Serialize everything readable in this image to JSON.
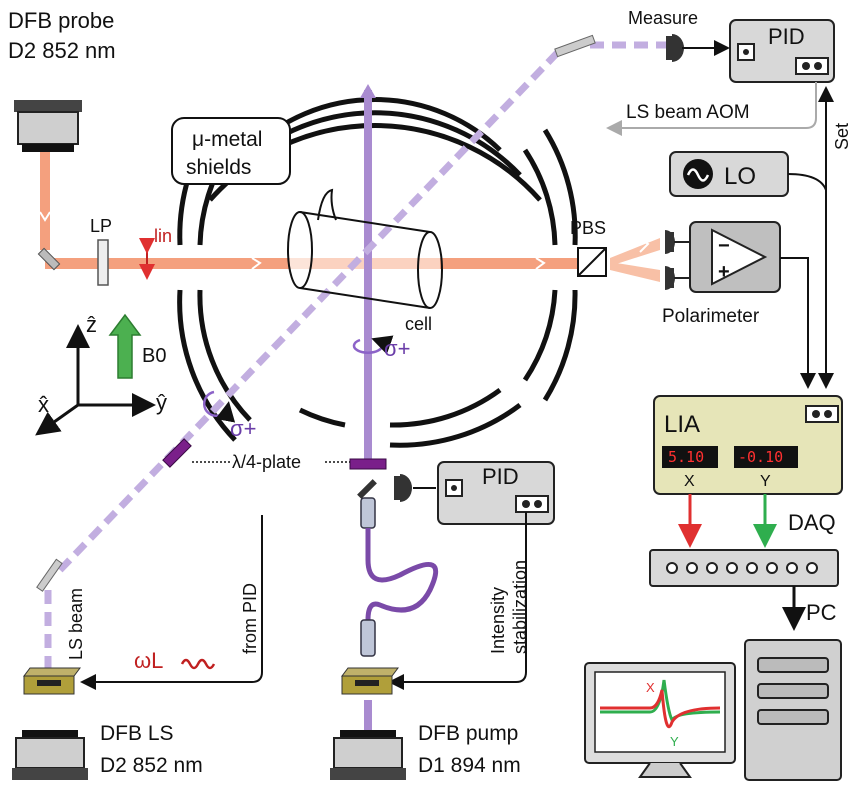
{
  "labels": {
    "dfb_probe_line1": "DFB probe",
    "dfb_probe_line2": "D2 852 nm",
    "lp": "LP",
    "lin": "lin",
    "mu_metal_line1": "μ-metal",
    "mu_metal_line2": "shields",
    "cell": "cell",
    "pbs": "PBS",
    "measure": "Measure",
    "pid_top": "PID",
    "ls_beam_aom": "LS beam AOM",
    "set": "Set",
    "lo": "LO",
    "polarimeter": "Polarimeter",
    "b0": "B0",
    "axis_z": "ẑ",
    "axis_x": "x̂",
    "axis_y": "ŷ",
    "sigma_plus_center": "σ+",
    "sigma_plus_left": "σ+",
    "quarter_wave_plate": "λ/4-plate",
    "pid_bottom": "PID",
    "lia": "LIA",
    "lia_x_display": "5.10",
    "lia_y_display": "-0.10",
    "lia_x_label": "X",
    "lia_y_label": "Y",
    "daq": "DAQ",
    "pc": "PC",
    "ls_beam": "LS beam",
    "from_pid": "from PID",
    "omega_l": "ωL",
    "intensity_line1": "Intensity",
    "intensity_line2": "stabilization",
    "dfb_ls_line1": "DFB  LS",
    "dfb_ls_line2": "D2 852 nm",
    "dfb_pump_line1": "DFB  pump",
    "dfb_pump_line2": "D1 894 nm",
    "screen_x": "X",
    "screen_y": "Y"
  },
  "colors": {
    "probe_beam": "#f4a07e",
    "pump_beam": "#a98bd0",
    "ls_beam": "#c2aee0",
    "panel_gray": "#d9d9d9",
    "lia_green": "#e6e5b8",
    "arrow_red": "#e03030",
    "arrow_green": "#2fae4e",
    "b_field_green": "#4cb050"
  }
}
